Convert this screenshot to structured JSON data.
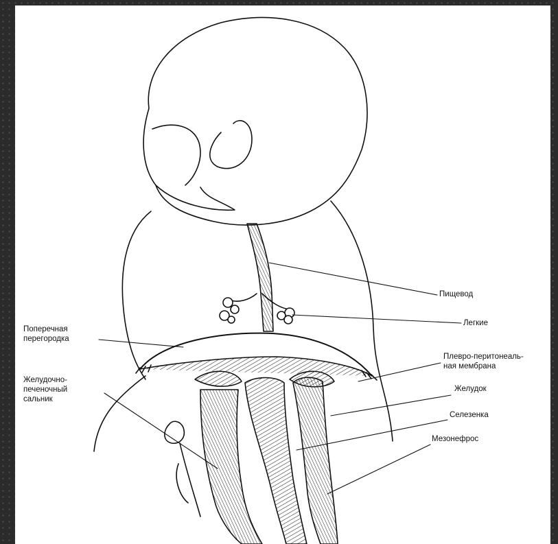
{
  "colors": {
    "background": "#2b2b2b",
    "paper": "#ffffff",
    "ink": "#111111"
  },
  "labels": {
    "esophagus": "Пищевод",
    "lungs": "Легкие",
    "septum_1": "Поперечная",
    "septum_2": "перегородка",
    "membrane_1": "Плевро-перитонеаль-",
    "membrane_2": "ная мембрана",
    "stomach": "Желудок",
    "omentum_1": "Желудочно-",
    "omentum_2": "печеночный",
    "omentum_3": "сальник",
    "spleen": "Селезенка",
    "mesonephros": "Мезонефрос"
  }
}
